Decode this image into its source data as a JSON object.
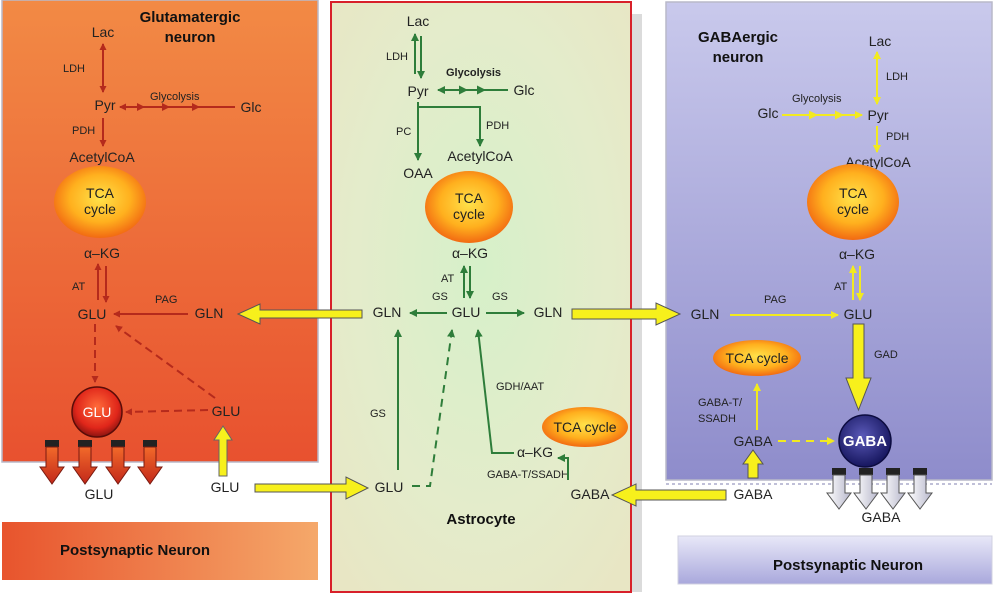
{
  "glutamatergic": {
    "title_line1": "Glutamatergic",
    "title_line2": "neuron",
    "lac": "Lac",
    "ldh": "LDH",
    "pyr": "Pyr",
    "glycolysis": "Glycolysis",
    "glc": "Glc",
    "pdh": "PDH",
    "acetylcoa": "AcetylCoA",
    "tca_line1": "TCA",
    "tca_line2": "cycle",
    "akg": "α–KG",
    "at": "AT",
    "glu": "GLU",
    "pag": "PAG",
    "gln": "GLN",
    "vesicle_glu": "GLU",
    "glu_lower": "GLU",
    "released_glu": "GLU",
    "extracellular_glu": "GLU"
  },
  "astrocyte": {
    "label": "Astrocyte",
    "lac": "Lac",
    "ldh": "LDH",
    "glycolysis": "Glycolysis",
    "pyr": "Pyr",
    "glc": "Glc",
    "pc": "PC",
    "pdh": "PDH",
    "oaa": "OAA",
    "acetylcoa": "AcetylCoA",
    "tca_line1": "TCA",
    "tca_line2": "cycle",
    "akg": "α–KG",
    "at": "AT",
    "gs_left": "GS",
    "gs_right": "GS",
    "gln_left": "GLN",
    "glu": "GLU",
    "gln_right": "GLN",
    "gs_vertical": "GS",
    "gdh_aat": "GDH/AAT",
    "tca_small": "TCA cycle",
    "akg_lower": "α–KG",
    "gaba_t_ssadh": "GABA-T/SSADH",
    "glu_bottom": "GLU",
    "gaba_bottom": "GABA"
  },
  "gabaergic": {
    "title_line1": "GABAergic",
    "title_line2": "neuron",
    "lac": "Lac",
    "ldh": "LDH",
    "glc": "Glc",
    "glycolysis": "Glycolysis",
    "pyr": "Pyr",
    "pdh": "PDH",
    "acetylcoa": "AcetylCoA",
    "tca_line1": "TCA",
    "tca_line2": "cycle",
    "akg": "α–KG",
    "at": "AT",
    "gln": "GLN",
    "pag": "PAG",
    "glu": "GLU",
    "gad": "GAD",
    "tca_small": "TCA cycle",
    "gaba_t_line1": "GABA-T/",
    "gaba_t_line2": "SSADH",
    "gaba": "GABA",
    "vesicle_gaba": "GABA",
    "released_gaba": "GABA",
    "extracellular_gaba": "GABA"
  },
  "postsynaptic_left": "Postsynaptic Neuron",
  "postsynaptic_right": "Postsynaptic Neuron",
  "colors": {
    "glut_arrow": "#b52a1c",
    "astro_arrow": "#2e7d3a",
    "gaba_arrow": "#f2ea20",
    "transport": "#f7f01c"
  }
}
